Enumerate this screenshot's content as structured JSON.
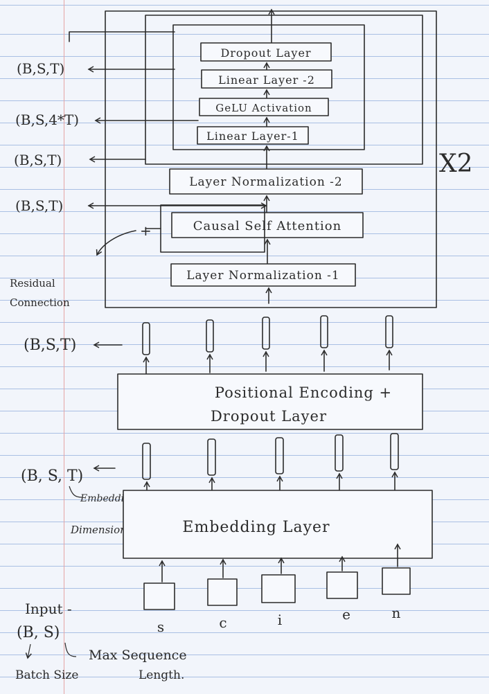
{
  "block": {
    "repeat_label": "X2",
    "layers": {
      "dropout": "Dropout Layer",
      "linear2": "Linear Layer -2",
      "gelu": "GeLU Activation",
      "linear1": "Linear Layer-1",
      "norm2": "Layer Normalization -2",
      "attention": "Causal Self Attention",
      "norm1": "Layer Normalization -1"
    },
    "plus": "+",
    "residual": [
      "Residual",
      "Connection"
    ]
  },
  "shapes": {
    "out": "(B,S,T)",
    "ff_hidden": "(B,S,4*T)",
    "ff_in": "(B,S,T)",
    "attn_out": "(B,S,T)",
    "pos_out": "(B,S,T)",
    "emb_out": "(B, S, T)",
    "input": "(B, S)"
  },
  "positional": [
    "Positional Encoding +",
    "Dropout Layer"
  ],
  "embedding": {
    "layer": "Embedding Layer",
    "dim_note": [
      "Embedding",
      "Dimension"
    ]
  },
  "input": {
    "label": "Input -",
    "batch": "Batch Size",
    "max_seq": [
      "Max Sequence",
      "Length."
    ],
    "tokens": [
      "s",
      "c",
      "i",
      "e",
      "n"
    ]
  }
}
